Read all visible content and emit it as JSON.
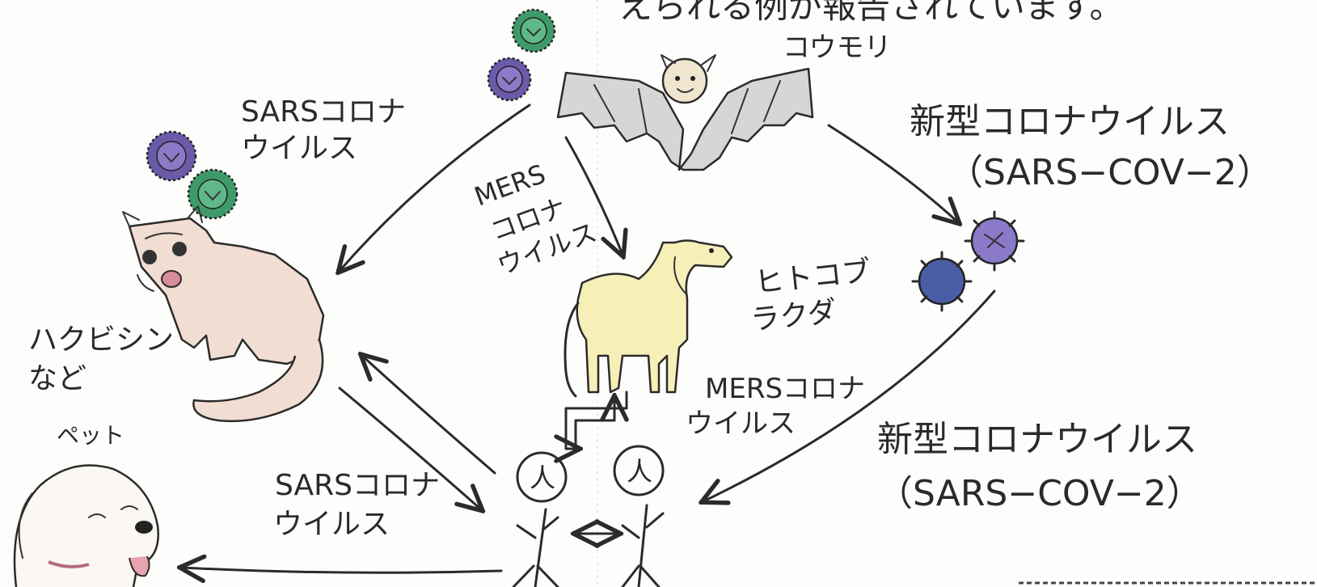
{
  "diagram": {
    "top_text": "えられる例が報告されています。",
    "labels": {
      "bat": "コウモリ",
      "sars_top_1": "SARSコロナ",
      "sars_top_2": "ウイルス",
      "mers_top_1": "MERS",
      "mers_top_2": "コロナ",
      "mers_top_3": "ウイルス",
      "covid_top_1": "新型コロナウイルス",
      "covid_top_2": "（SARS−COV−2）",
      "civet_1": "ハクビシン",
      "civet_2": "など",
      "camel_1": "ヒトコブ",
      "camel_2": "ラクダ",
      "mers_bottom_1": "MERSコロナ",
      "mers_bottom_2": "ウイルス",
      "covid_bottom_1": "新型コロナウイルス",
      "covid_bottom_2": "（SARS−COV−2）",
      "pet": "ペット",
      "sars_bottom_1": "SARSコロナ",
      "sars_bottom_2": "ウイルス",
      "human_1": "人",
      "human_2": "人"
    },
    "colors": {
      "virus_green": "#3f9a6a",
      "virus_purple": "#6a5aa8",
      "virus_blue": "#4a5ea8",
      "civet_fill": "#f1ddd2",
      "camel_fill": "#f6efb8",
      "bat_fill": "#cfcfcf"
    }
  }
}
